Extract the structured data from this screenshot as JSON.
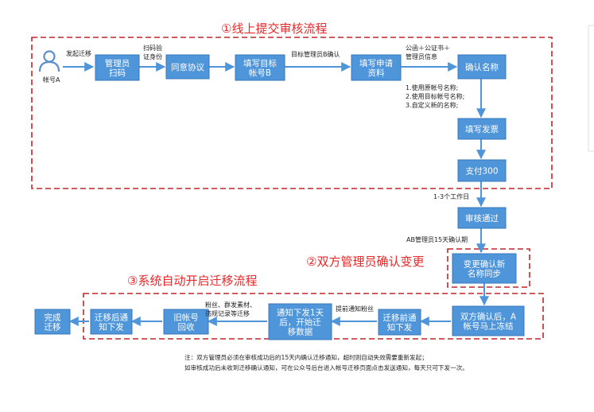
{
  "colors": {
    "box": "#4f95da",
    "box_stroke": "#3a78b8",
    "arrow": "#4f95da",
    "frame": "#c0262b",
    "title": "#e8282a",
    "user_icon": "#5b8fc9"
  },
  "titles": {
    "section1": "①线上提交审核流程",
    "section2": "②双方管理员确认变更",
    "section3": "③系统自动开启迁移流程"
  },
  "user": {
    "icon": "user-icon",
    "label": "帐号A"
  },
  "boxes": {
    "admin_scan": [
      "管理员",
      "扫码"
    ],
    "agree": [
      "同意协议"
    ],
    "fill_target": [
      "填写目标",
      "帐号B"
    ],
    "fill_info": [
      "填写申请",
      "资料"
    ],
    "confirm_name": [
      "确认名称"
    ],
    "invoice": [
      "填写发票"
    ],
    "pay": [
      "支付300"
    ],
    "approved": [
      "审核通过"
    ],
    "change_confirm": [
      "变更确认新",
      "名称同步"
    ],
    "freeze": [
      "双方确认后，A",
      "帐号马上冻结"
    ],
    "pre_notice": [
      "迁移前通",
      "知下发"
    ],
    "start_migrate": [
      "通知下发1天",
      "后，开始迁",
      "移数据"
    ],
    "recycle": [
      "旧帐号",
      "回收"
    ],
    "post_notice": [
      "迁移后通",
      "知下发"
    ],
    "done": [
      "完成",
      "迁移"
    ]
  },
  "labels": {
    "initiate": "发起迁移",
    "scan_verify": [
      "扫码验",
      "证身份"
    ],
    "b_confirm": "目标管理员B确认",
    "docs": [
      "公函＋公证书＋",
      "管理员信息"
    ],
    "name_options": [
      "1.使用原帐号名称;",
      "2.使用目标帐号名称;",
      "3.自定义新的名称;"
    ],
    "workdays": "1-3个工作日",
    "ab_confirm": "AB管理员15天确认期",
    "notify_fans": "提前通知粉丝",
    "migrate_items": [
      "粉丝、群发素材、",
      "违规记录等迁移"
    ]
  },
  "note": [
    "注：双方管理员必须在审核成功后的15天内确认迁移通知，超时则自动失效需要重新发起；",
    "如审核成功后未收到迁移确认通知，可在公众号后台进入帐号迁移页面点击发送通知，每天只可下发一次。"
  ]
}
